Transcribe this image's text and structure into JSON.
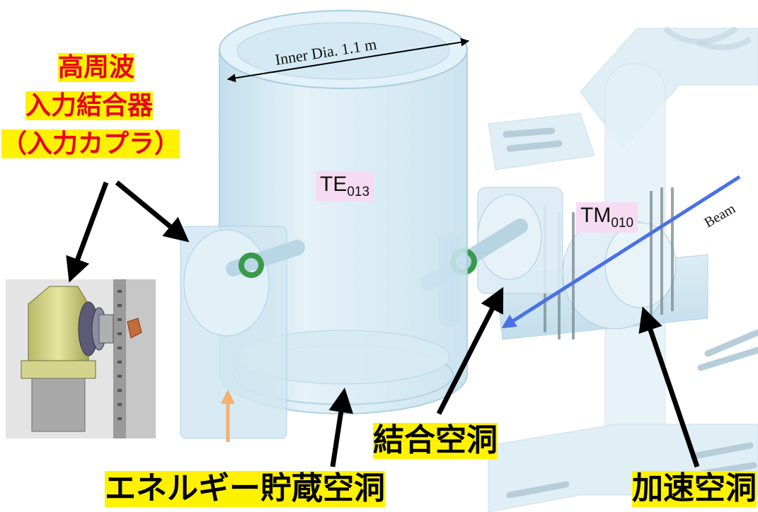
{
  "labels": {
    "rf_coupler_line1": "高周波",
    "rf_coupler_line2": "入力結合器",
    "rf_coupler_line3": "（入力カプラ）",
    "storage_cavity": "エネルギー貯蔵空洞",
    "coupling_cavity": "結合空洞",
    "accelerating_cavity": "加速空洞",
    "inner_dia": "Inner Dia. 1.1 m",
    "beam": "Beam",
    "te_mode_base": "TE",
    "te_mode_sub": "013",
    "tm_mode_base": "TM",
    "tm_mode_sub": "010"
  },
  "colors": {
    "highlight": "#fff200",
    "red_text": "#e8001c",
    "cavity_fill": "#cfe6f2",
    "cavity_stroke": "#a9cde0",
    "beam_arrow": "#4a70e8",
    "port_ring": "#3a9a4a",
    "input_arrow": "#f4b070",
    "mode_box": "#f6dcf3",
    "coupler_body": "#d9d98a"
  },
  "icons": [
    "rf-coupler-render",
    "double-arrow",
    "beam-arrow"
  ]
}
